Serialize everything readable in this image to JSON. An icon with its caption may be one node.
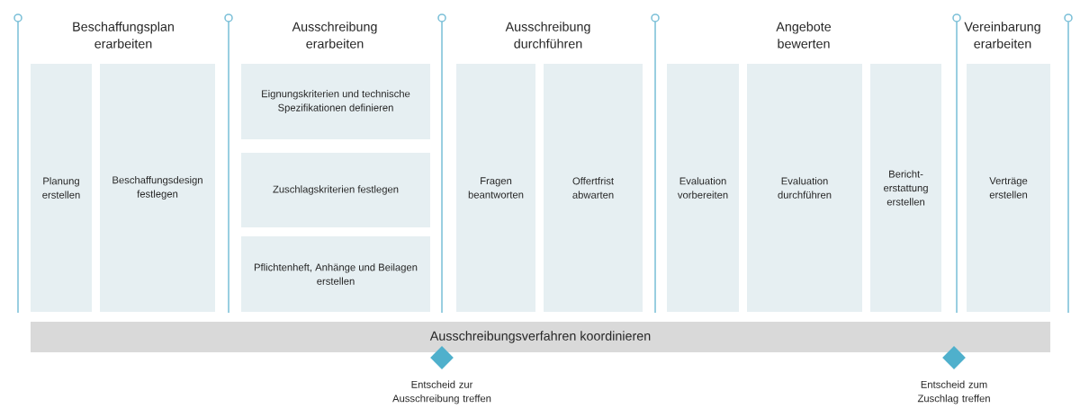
{
  "diagram": {
    "nodes": [
      {
        "text": [
          "Planung erstellen"
        ]
      },
      {
        "text": [
          "Beschaffungsdesign festlegen"
        ]
      },
      {
        "text": [
          "Eignungskriterien und technische Spezifikationen definieren"
        ]
      },
      {
        "text": [
          "Zuschlagskriterien festlegen"
        ]
      },
      {
        "text": [
          "Pflichtenheft, Anhänge und Beilagen erstellen"
        ]
      },
      {
        "text": [
          "Fragen beantworten"
        ]
      },
      {
        "text": [
          "Offertfrist abwarten"
        ]
      },
      {
        "text": [
          "Evaluation vorbereiten"
        ]
      },
      {
        "text": [
          "Evaluation durchführen"
        ]
      },
      {
        "text": [
          "Bericht-erstattung erstellen"
        ]
      },
      {
        "text": [
          "Verträge erstellen"
        ]
      },
      {
        "text": [
          "Ausschreibungsverfahren koordinieren"
        ]
      },
      {
        "text": [],
        "shape": "diamond",
        "beside": [
          "Entscheid zur Ausschreibung treffen"
        ]
      },
      {
        "text": [],
        "shape": "diamond",
        "beside": [
          "Entscheid zum Zuschlag treffen"
        ]
      }
    ],
    "labels": [
      "Beschaffungsplan erarbeiten",
      "Ausschreibung erarbeiten",
      "Ausschreibung durchführen",
      "Angebote bewerten",
      "Vereinbarung erarbeiten"
    ]
  }
}
